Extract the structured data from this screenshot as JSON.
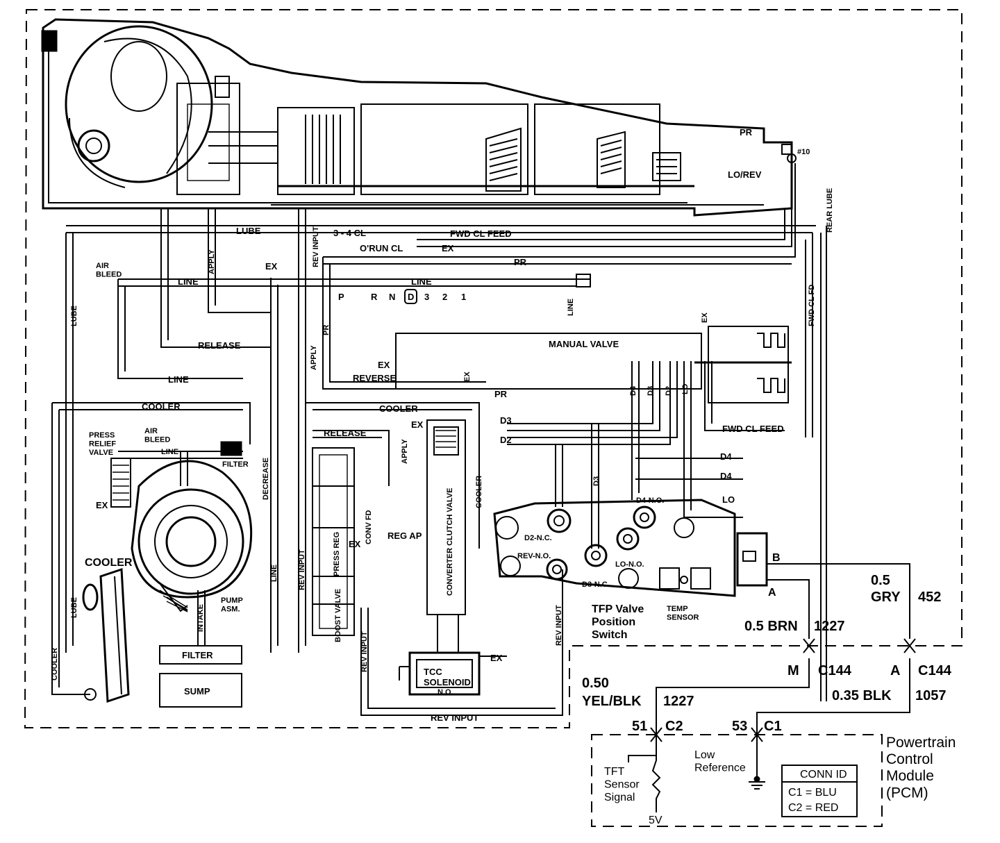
{
  "hydraulic_labels": {
    "lube_top": "LUBE",
    "three_four_cl": "3 - 4 CL",
    "orun_cl": "O'RUN CL",
    "ex_orun": "EX",
    "fwd_cl_feed_top": "FWD CL FEED",
    "pr_top": "PR",
    "pr_right": "PR",
    "lo_rev": "LO/REV",
    "num10": "#10",
    "rear_lube": "REAR LUBE",
    "fwd_cl_fd": "FWD CL FD",
    "apply_vert": "APPLY",
    "rev_input_vert": "REV INPUT",
    "air_bleed_top": "AIR\nBLEED",
    "line_1": "LINE",
    "line_2": "LINE",
    "ex_top": "EX",
    "release_1": "RELEASE",
    "line_3": "LINE",
    "lube_left": "LUBE",
    "cooler_1": "COOLER",
    "cooler_2": "COOLER",
    "press_relief": "PRESS\nRELIEF\nVALVE",
    "air_bleed_2": "AIR\nBLEED",
    "line_4": "LINE",
    "filter_small": "FILTER",
    "decrease": "DECREASE",
    "ex_left": "EX",
    "cooler_left_label": "COOLER",
    "lube_left_2": "LUBE",
    "cooler_vert": "COOLER",
    "pump_asm": "PUMP\nASM.",
    "intake": "INTAKE",
    "filter_box": "FILTER",
    "sump_box": "SUMP",
    "line_vert": "LINE",
    "rev_input_vert_2": "REV INPUT",
    "press_reg": "PRESS REG",
    "boost_valve": "BOOST VALVE",
    "rev_input_vert_3": "REV INPUT",
    "rev_input_bottom": "REV INPUT",
    "release_2": "RELEASE",
    "apply_2": "APPLY",
    "conv_fd": "CONV FD",
    "ex_mid": "EX",
    "reg_ap": "REG AP",
    "converter_clutch_valve": "CONVERTER CLUTCH VALVE",
    "cooler_vert_2": "COOLER",
    "ex_ccv": "EX",
    "tcc_solenoid": "TCC\nSOLENOID",
    "no_tcc": "N.O.",
    "ex_tcc": "EX",
    "rev_input_vert_4": "REV INPUT",
    "apply_3": "APPLY",
    "pr_vert": "PR",
    "ex_reverse": "EX",
    "reverse": "REVERSE",
    "ex_box": "EX",
    "pr_bottom": "PR",
    "manual_valve": "MANUAL VALVE",
    "line_manual": "LINE",
    "line_vert_2": "LINE",
    "ex_right": "EX",
    "d4": "D4",
    "d3": "D3",
    "d2": "D2",
    "lo_vert": "LO",
    "fwd_cl_feed_right": "FWD CL FEED",
    "d3_left": "D3",
    "d2_left": "D2",
    "d4_r1": "D4",
    "d4_r2": "D4",
    "lo_r": "LO",
    "d2_nc": "D2-N.C.",
    "rev_no": "REV-N.O.",
    "d3_vert": "D3",
    "d3_nc": "D3-N.C.",
    "lo_no": "LO-N.O.",
    "d4_no": "D4-N.O.",
    "temp_sensor": "TEMP\nSENSOR",
    "tfp_switch": "TFP Valve\nPosition\nSwitch"
  },
  "gear_positions": [
    "P",
    "R",
    "N",
    "D",
    "3",
    "2",
    "1"
  ],
  "electrical": {
    "pin_b": "B",
    "pin_a": "A",
    "wire_gry_size": "0.5",
    "wire_gry_color": "GRY",
    "wire_gry_circuit": "452",
    "wire_brn_size_color": "0.5 BRN",
    "wire_brn_circuit": "1227",
    "conn_m": "M",
    "conn_c144_1": "C144",
    "conn_a": "A",
    "conn_c144_2": "C144",
    "wire_yel_size": "0.50",
    "wire_yel_color": "YEL/BLK",
    "wire_yel_circuit": "1227",
    "wire_blk_size_color": "0.35 BLK",
    "wire_blk_circuit": "1057",
    "pin_51": "51",
    "conn_c2": "C2",
    "pin_53": "53",
    "conn_c1": "C1",
    "tft_signal": "TFT\nSensor\nSignal",
    "low_ref": "Low\nReference",
    "five_v": "5V",
    "pcm_title": "Powertrain\nControl\nModule\n(PCM)",
    "conn_id_title": "CONN ID",
    "conn_id_c1": "C1 = BLU",
    "conn_id_c2": "C2 = RED"
  }
}
